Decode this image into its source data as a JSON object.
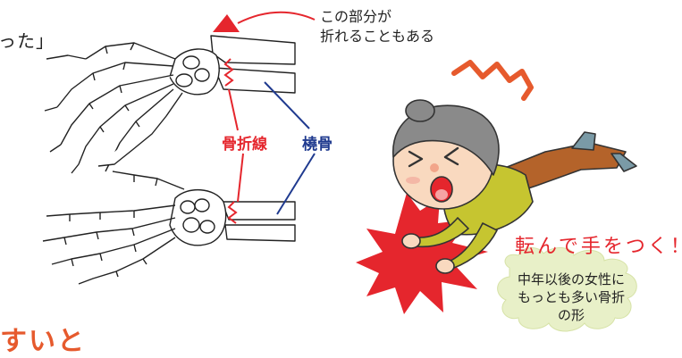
{
  "texts": {
    "top_fragment": "った」",
    "callout_line1": "この部分が",
    "callout_line2": "折れることもある",
    "fracture_line_label": "骨折線",
    "radius_label": "橈骨",
    "caption": "転んで手をつく！",
    "note_line1": "中年以後の女性に",
    "note_line2": "もっとも多い骨折",
    "note_line3": "の形",
    "bottom_fragment": "すいと"
  },
  "colors": {
    "red": "#e5262d",
    "blue": "#1f3a8f",
    "orange": "#e65a2d",
    "bubble": "#e8f0c8",
    "skin": "#f9d9bf",
    "hair": "#8a8a8a",
    "shirt": "#c6c530",
    "pants": "#b4632a"
  },
  "icons": [
    "wrist-bone-illustration",
    "falling-woman-illustration",
    "impact-burst-icon",
    "alarm-mark-icon",
    "arrowhead-icon"
  ]
}
